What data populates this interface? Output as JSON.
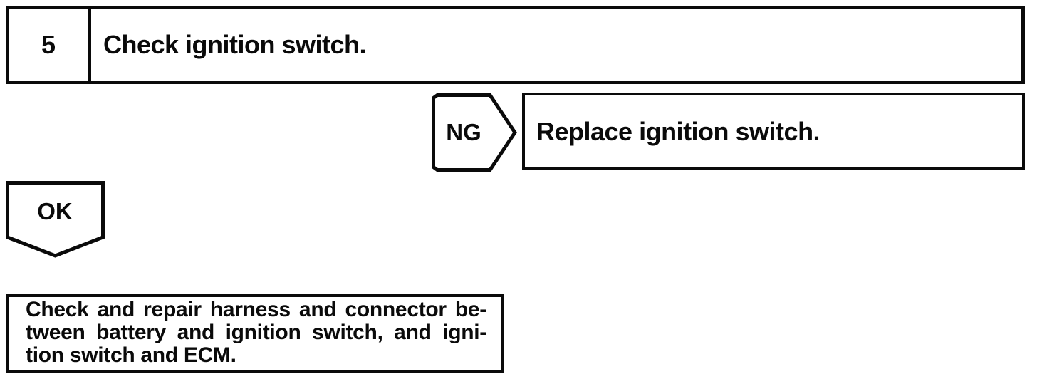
{
  "page": {
    "background_color": "#ffffff",
    "ink_color": "#0a0a0a"
  },
  "flowchart": {
    "step_box": {
      "number": "5",
      "instruction": "Check ignition switch."
    },
    "ng_branch": {
      "label": "NG",
      "action": "Replace ignition switch."
    },
    "ok_branch": {
      "label": "OK"
    },
    "repair_box": {
      "lines": [
        "Check and repair harness and connector be-",
        "tween battery and ignition switch, and igni-",
        "tion switch and ECM."
      ]
    }
  }
}
